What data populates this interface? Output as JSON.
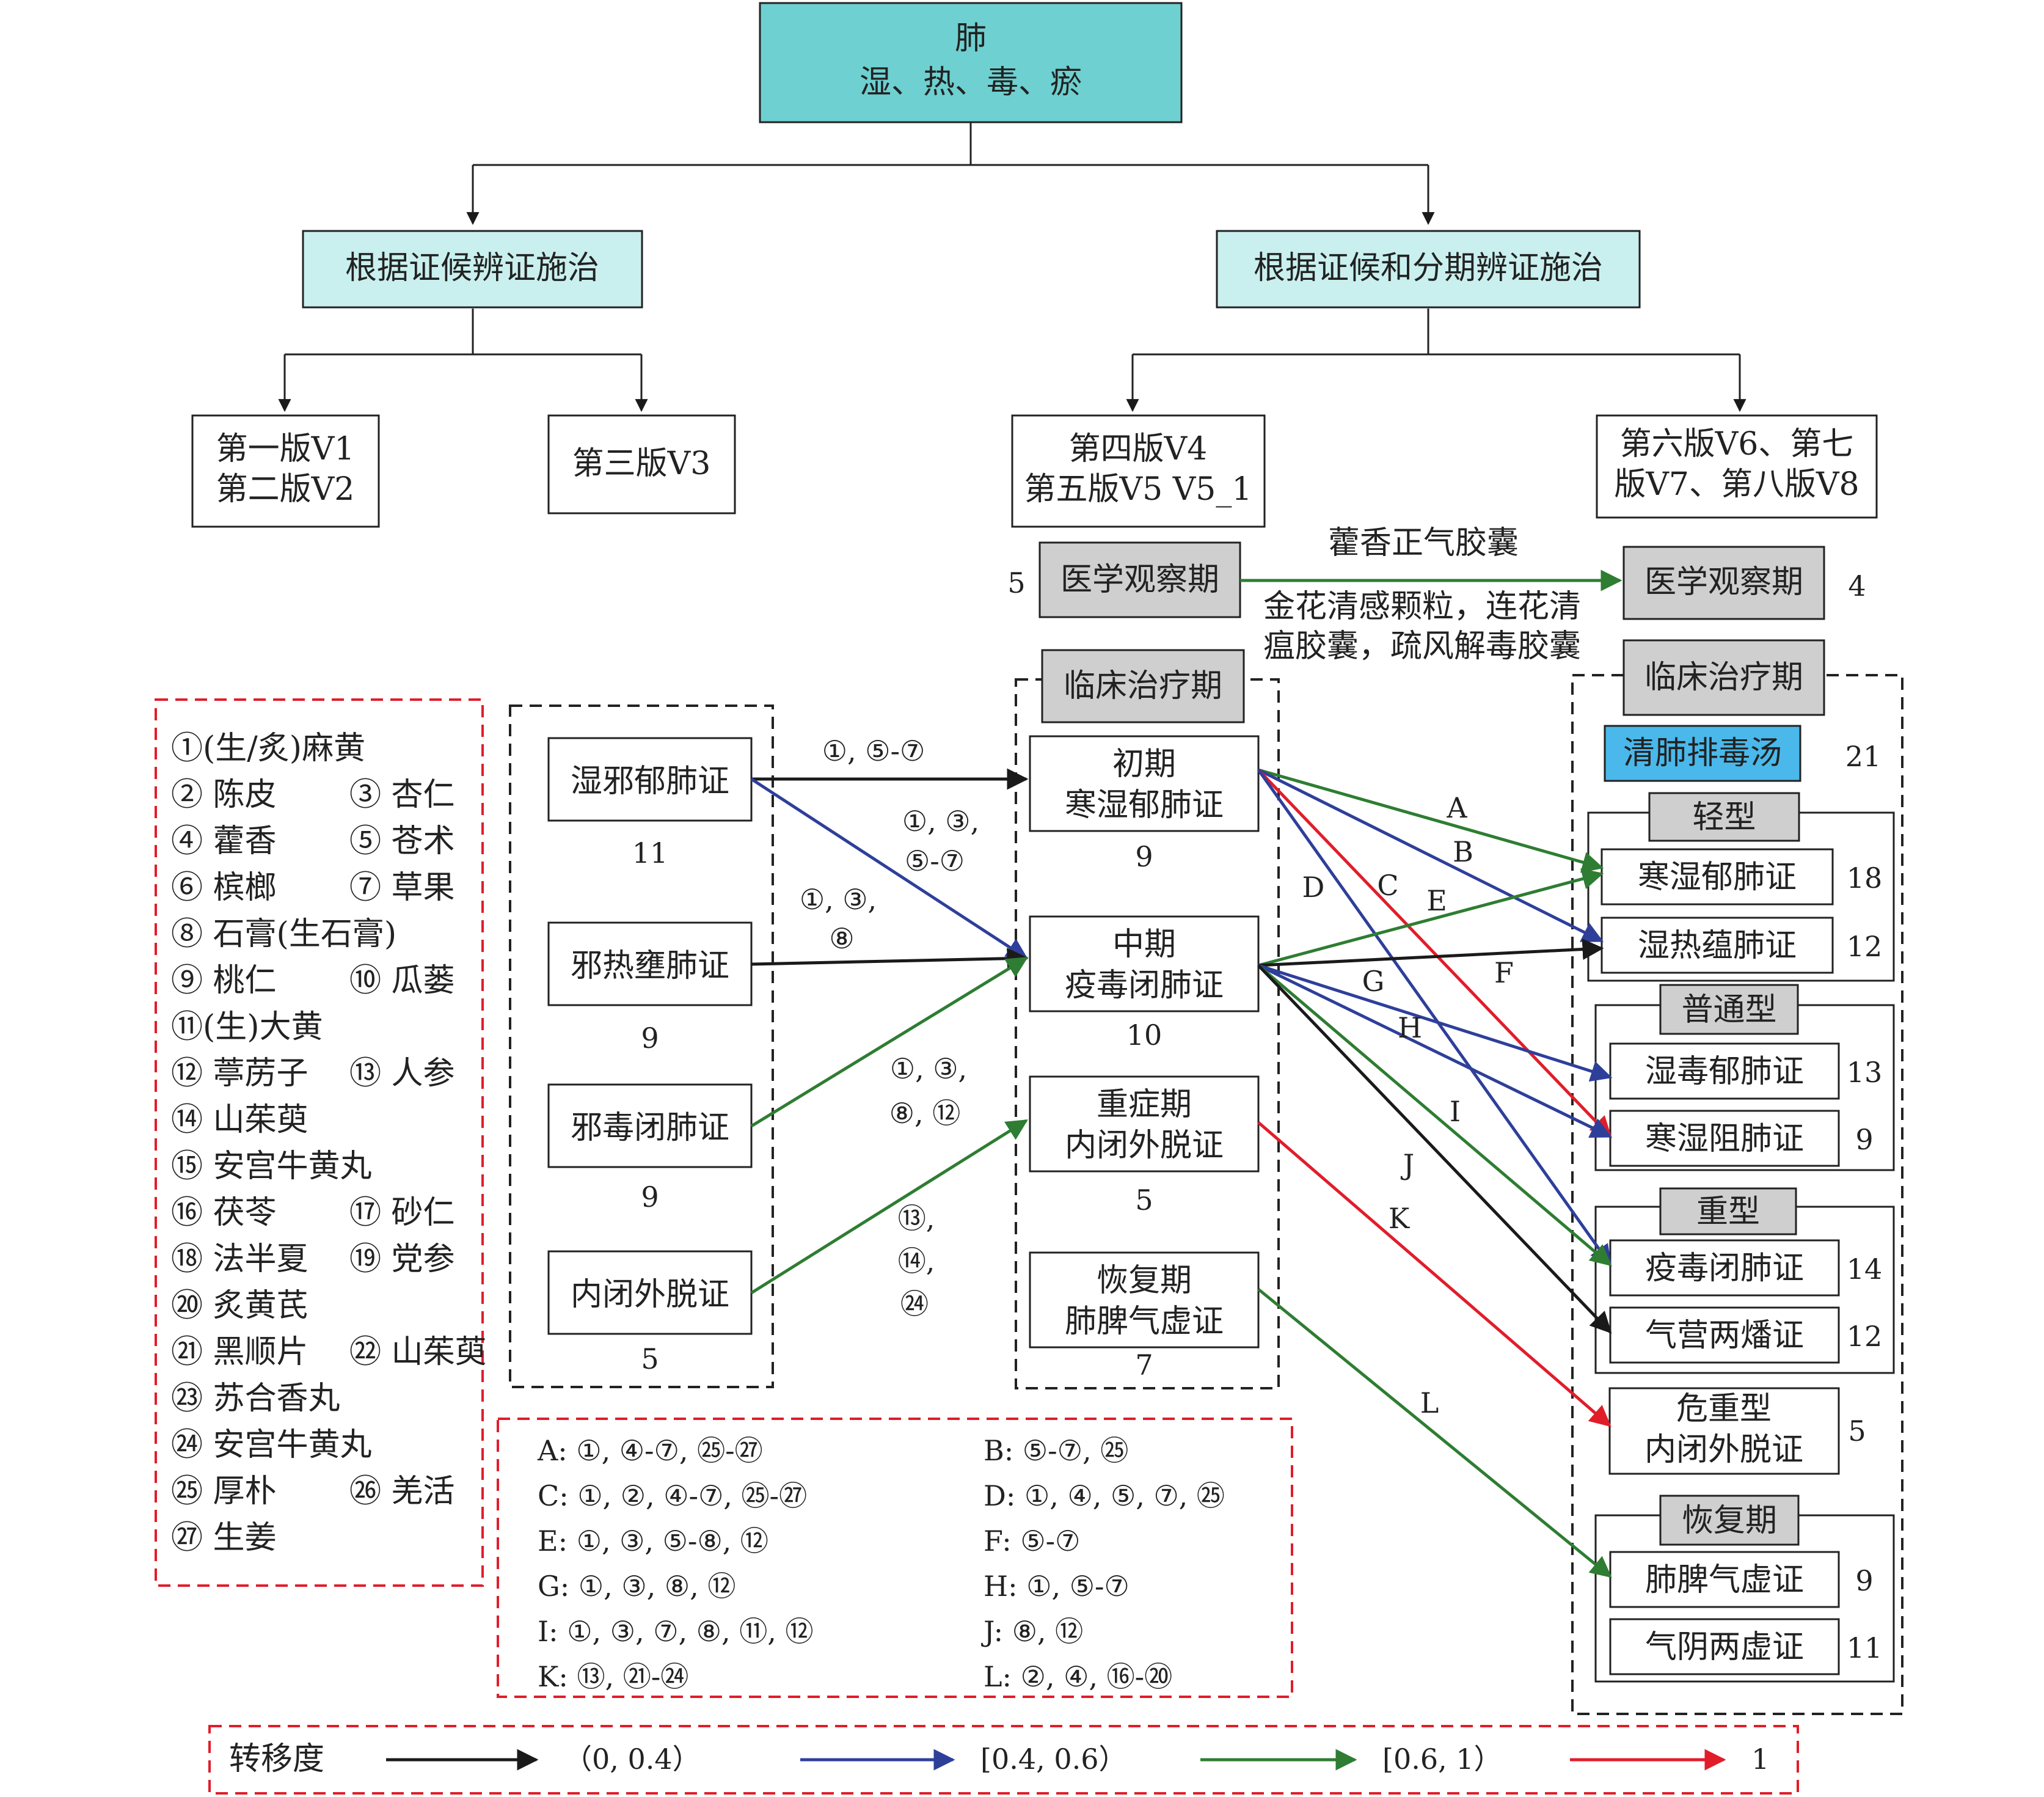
{
  "root": {
    "line1": "肺",
    "line2": "湿、热、毒、瘀"
  },
  "branches": {
    "left": "根据证候辨证施治",
    "right": "根据证候和分期辨证施治"
  },
  "versions": {
    "v1_line1": "第一版V1",
    "v1_line2": "第二版V2",
    "v3": "第三版V3",
    "v4_line1": "第四版V4",
    "v4_line2": "第五版V5 V5_1",
    "v6_line1": "第六版V6、第七",
    "v6_line2": "版V7、第八版V8"
  },
  "observation": {
    "period_label": "医学观察期",
    "left_count": "5",
    "right_count": "4",
    "top_drug": "藿香正气胶囊",
    "bottom_line1": "金花清感颗粒，连花清",
    "bottom_line2": "瘟胶囊，疏风解毒胶囊"
  },
  "clinical_label": "临床治疗期",
  "herbs": [
    [
      "①(生/炙)麻黄",
      ""
    ],
    [
      "② 陈皮",
      "③ 杏仁"
    ],
    [
      "④ 藿香",
      "⑤ 苍术"
    ],
    [
      "⑥ 槟榔",
      "⑦ 草果"
    ],
    [
      "⑧ 石膏(生石膏)",
      ""
    ],
    [
      "⑨ 桃仁",
      "⑩ 瓜蒌"
    ],
    [
      "⑪(生)大黄",
      ""
    ],
    [
      "⑫ 葶苈子",
      "⑬ 人参"
    ],
    [
      "⑭ 山茱萸",
      ""
    ],
    [
      "⑮ 安宫牛黄丸",
      ""
    ],
    [
      "⑯ 茯苓",
      "⑰ 砂仁"
    ],
    [
      "⑱ 法半夏",
      "⑲ 党参"
    ],
    [
      "⑳ 炙黄芪",
      ""
    ],
    [
      "㉑ 黑顺片",
      "㉒ 山茱萸"
    ],
    [
      "㉓ 苏合香丸",
      ""
    ],
    [
      "㉔ 安宫牛黄丸",
      ""
    ],
    [
      "㉕ 厚朴",
      "㉖ 羌活"
    ],
    [
      "㉗ 生姜",
      ""
    ]
  ],
  "syndromes_left": [
    {
      "name": "湿邪郁肺证",
      "count": "11"
    },
    {
      "name": "邪热壅肺证",
      "count": "9"
    },
    {
      "name": "邪毒闭肺证",
      "count": "9"
    },
    {
      "name": "内闭外脱证",
      "count": "5"
    }
  ],
  "stages_mid": [
    {
      "line1": "初期",
      "line2": "寒湿郁肺证",
      "count": "9"
    },
    {
      "line1": "中期",
      "line2": "疫毒闭肺证",
      "count": "10"
    },
    {
      "line1": "重症期",
      "line2": "内闭外脱证",
      "count": "5"
    },
    {
      "line1": "恢复期",
      "line2": "肺脾气虚证",
      "count": "7"
    }
  ],
  "flow_labels": {
    "a1": "①, ⑤-⑦",
    "a2_line1": "①, ③,",
    "a2_line2": "⑤-⑦",
    "a3_line1": "①, ③,",
    "a3_line2": "⑧",
    "a4_line1": "①, ③,",
    "a4_line2": "⑧, ⑫",
    "a5_line1": "⑬,",
    "a5_line2": "⑭,",
    "a5_line3": "㉔"
  },
  "right_panel": {
    "formula": "清肺排毒汤",
    "formula_count": "21",
    "groups": [
      {
        "name": "轻型",
        "items": [
          {
            "name": "寒湿郁肺证",
            "count": "18"
          },
          {
            "name": "湿热蕴肺证",
            "count": "12"
          }
        ]
      },
      {
        "name": "普通型",
        "items": [
          {
            "name": "湿毒郁肺证",
            "count": "13"
          },
          {
            "name": "寒湿阻肺证",
            "count": "9"
          }
        ]
      },
      {
        "name": "重型",
        "items": [
          {
            "name": "疫毒闭肺证",
            "count": "14"
          },
          {
            "name": "气营两燔证",
            "count": "12"
          }
        ]
      },
      {
        "name": "恢复期",
        "items": [
          {
            "name": "肺脾气虚证",
            "count": "9"
          },
          {
            "name": "气阴两虚证",
            "count": "11"
          }
        ]
      }
    ],
    "critical": {
      "line1": "危重型",
      "line2": "内闭外脱证",
      "count": "5"
    }
  },
  "arrow_letters": [
    "A",
    "B",
    "C",
    "D",
    "E",
    "F",
    "G",
    "H",
    "I",
    "J",
    "K",
    "L"
  ],
  "legend_formulas": [
    [
      "A: ①, ④-⑦, ㉕-㉗",
      "B: ⑤-⑦, ㉕"
    ],
    [
      "C: ①, ②, ④-⑦, ㉕-㉗",
      "D: ①, ④, ⑤, ⑦, ㉕"
    ],
    [
      "E: ①, ③, ⑤-⑧, ⑫",
      "F: ⑤-⑦"
    ],
    [
      "G: ①, ③, ⑧, ⑫",
      "H: ①, ⑤-⑦"
    ],
    [
      "I: ①, ③, ⑦, ⑧, ⑪, ⑫",
      "J: ⑧, ⑫"
    ],
    [
      "K: ⑬, ㉑-㉔",
      "L: ②, ④, ⑯-⑳"
    ]
  ],
  "transfer_legend": {
    "title": "转移度",
    "items": [
      {
        "label": "（0, 0.4）",
        "color": "#1a1a1a"
      },
      {
        "label": "[0.4, 0.6）",
        "color": "#2e3f9a"
      },
      {
        "label": "[0.6, 1）",
        "color": "#2e7d32"
      },
      {
        "label": "1",
        "color": "#e11d2a"
      }
    ]
  },
  "colors": {
    "root_fill": "#6ed0d0",
    "branch_fill": "#c9f0ee",
    "gray_fill": "#cfcfcf",
    "formula_fill": "#4ab8ea",
    "black": "#1a1a1a",
    "blue": "#2e3f9a",
    "green": "#2e7d32",
    "red": "#e11d2a"
  }
}
